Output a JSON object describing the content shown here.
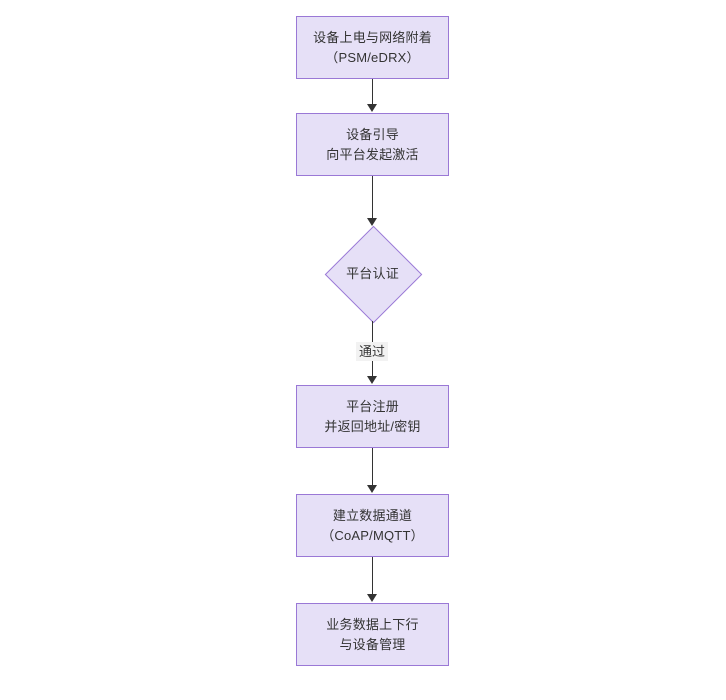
{
  "diagram": {
    "type": "flowchart",
    "orientation": "top-to-bottom",
    "background_color": "#ffffff",
    "node_fill_color": "#e6e0f7",
    "node_border_color": "#9a78d6",
    "text_color": "#333333",
    "connector_color": "#333333",
    "nodes": [
      {
        "id": "power-attach",
        "shape": "rectangle",
        "lines": [
          "设备上电与网络附着",
          "（PSM/eDRX）"
        ]
      },
      {
        "id": "bootstrap",
        "shape": "rectangle",
        "lines": [
          "设备引导",
          "向平台发起激活"
        ]
      },
      {
        "id": "auth-decision",
        "shape": "diamond",
        "lines": [
          "平台认证"
        ]
      },
      {
        "id": "register",
        "shape": "rectangle",
        "lines": [
          "平台注册",
          "并返回地址/密钥"
        ]
      },
      {
        "id": "channel",
        "shape": "rectangle",
        "lines": [
          "建立数据通道",
          "（CoAP/MQTT）"
        ]
      },
      {
        "id": "data-mgmt",
        "shape": "rectangle",
        "lines": [
          "业务数据上下行",
          "与设备管理"
        ]
      }
    ],
    "edges": [
      {
        "from": "power-attach",
        "to": "bootstrap",
        "label": ""
      },
      {
        "from": "bootstrap",
        "to": "auth-decision",
        "label": ""
      },
      {
        "from": "auth-decision",
        "to": "register",
        "label": "通过"
      },
      {
        "from": "register",
        "to": "channel",
        "label": ""
      },
      {
        "from": "channel",
        "to": "data-mgmt",
        "label": ""
      }
    ]
  }
}
